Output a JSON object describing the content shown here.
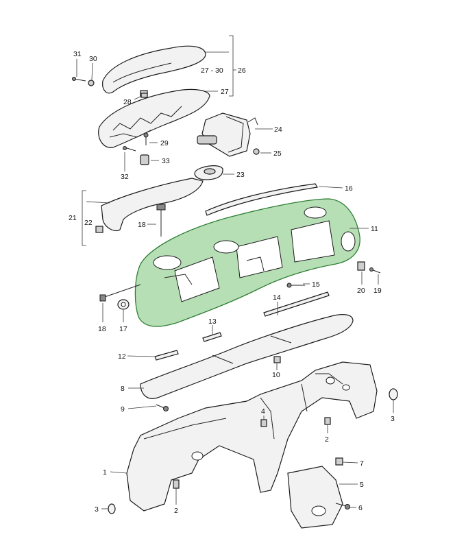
{
  "highlight_color": "#7cc47a",
  "callouts": {
    "c31": "31",
    "c30": "30",
    "c27_30": "27 - 30",
    "c26": "26",
    "c27": "27",
    "c28": "28",
    "c24": "24",
    "c25": "25",
    "c29": "29",
    "c33": "33",
    "c32": "32",
    "c23": "23",
    "c16": "16",
    "c21": "21",
    "c22": "22",
    "c18a": "18",
    "c11": "11",
    "c15": "15",
    "c20": "20",
    "c19": "19",
    "c14": "14",
    "c18b": "18",
    "c17": "17",
    "c13": "13",
    "c12": "12",
    "c10": "10",
    "c8": "8",
    "c9": "9",
    "c4": "4",
    "c2a": "2",
    "c3": "3",
    "c1": "1",
    "c7": "7",
    "c5": "5",
    "c3b": "3",
    "c2b": "2",
    "c6": "6"
  }
}
